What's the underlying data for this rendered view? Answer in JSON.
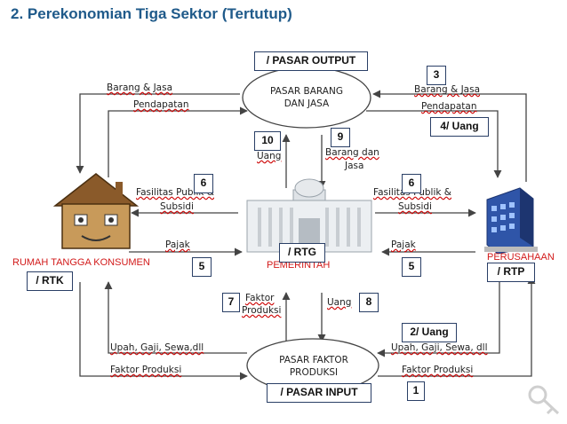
{
  "title": "2. Perekonomian Tiga Sektor (Tertutup)",
  "nodes": {
    "pasar_barang": "PASAR BARANG\nDAN JASA",
    "pasar_faktor": "PASAR FAKTOR\nPRODUKSI",
    "rumah_tangga": "RUMAH TANGGA KONSUMEN",
    "pemerintah": "PEMERINTAH",
    "perusahaan": "PERUSAHAAN"
  },
  "boxes": {
    "pasar_output": "/ PASAR OUTPUT",
    "pasar_input": "/ PASAR INPUT",
    "rtk": "/ RTK",
    "rtg": "/ RTG",
    "rtp": "/ RTP",
    "n1": "1",
    "n2": "2/ Uang",
    "n3": "3",
    "n4": "4/ Uang",
    "n5a": "5",
    "n5b": "5",
    "n6a": "6",
    "n6b": "6",
    "n7": "7",
    "n8": "8",
    "n9": "9",
    "n10": "10"
  },
  "labels": {
    "barang_jasa_left": "Barang & Jasa",
    "pendapatan_left": "Pendapatan",
    "barang_jasa_right": "Barang & Jasa",
    "pendapatan_right": "Pendapatan",
    "uang_top": "Uang",
    "barang_dan_jasa_1": "Barang dan",
    "barang_dan_jasa_2": "Jasa",
    "fasilitas_left_1": "Fasilitas Publik &",
    "fasilitas_left_2": "Subsidi",
    "fasilitas_right_1": "Fasilitas Publik &",
    "fasilitas_right_2": "Subsidi",
    "pajak_left": "Pajak",
    "pajak_right": "Pajak",
    "faktor_produksi_mid_1": "Faktor",
    "faktor_produksi_mid_2": "Produksi",
    "uang_mid": "Uang",
    "upah_left": "Upah, Gaji, Sewa,dll",
    "faktor_left": "Faktor Produksi",
    "upah_right": "Upah, Gaji, Sewa, dll",
    "faktor_right": "Faktor Produksi"
  },
  "colors": {
    "title": "#1f5a8a",
    "red": "#d21a1a",
    "line": "#444444",
    "box_border": "#2a3f66"
  }
}
